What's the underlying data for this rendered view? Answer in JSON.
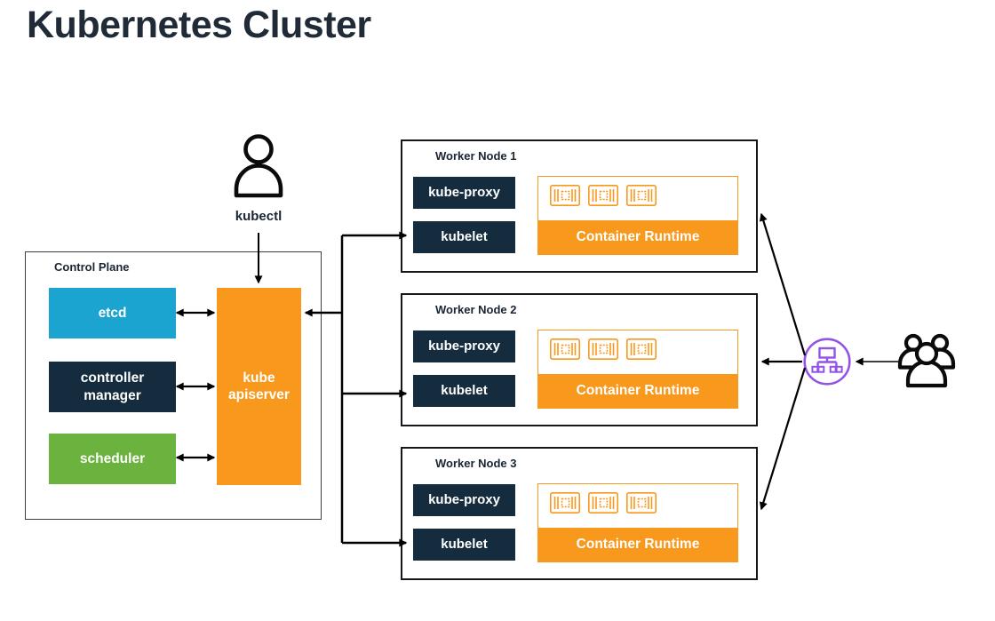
{
  "title": "Kubernetes Cluster",
  "colors": {
    "ink": "#212B38",
    "navy": "#142C3E",
    "cyan": "#1BA4D0",
    "green": "#6BB23E",
    "orange": "#F8981D",
    "purple": "#9254E8"
  },
  "kubectl": {
    "label": "kubectl"
  },
  "control_plane": {
    "label": "Control Plane",
    "etcd": "etcd",
    "controller_manager": "controller manager",
    "scheduler": "scheduler",
    "apiserver": "kube apiserver"
  },
  "worker_nodes": [
    {
      "label": "Worker Node 1",
      "kube_proxy": "kube-proxy",
      "kubelet": "kubelet",
      "container_runtime": "Container Runtime"
    },
    {
      "label": "Worker Node 2",
      "kube_proxy": "kube-proxy",
      "kubelet": "kubelet",
      "container_runtime": "Container Runtime"
    },
    {
      "label": "Worker Node 3",
      "kube_proxy": "kube-proxy",
      "kubelet": "kubelet",
      "container_runtime": "Container Runtime"
    }
  ],
  "icons": {
    "kubectl_user": "user-icon",
    "load_balancer": "load-balancer-icon",
    "users": "users-icon",
    "container": "container-icon"
  }
}
